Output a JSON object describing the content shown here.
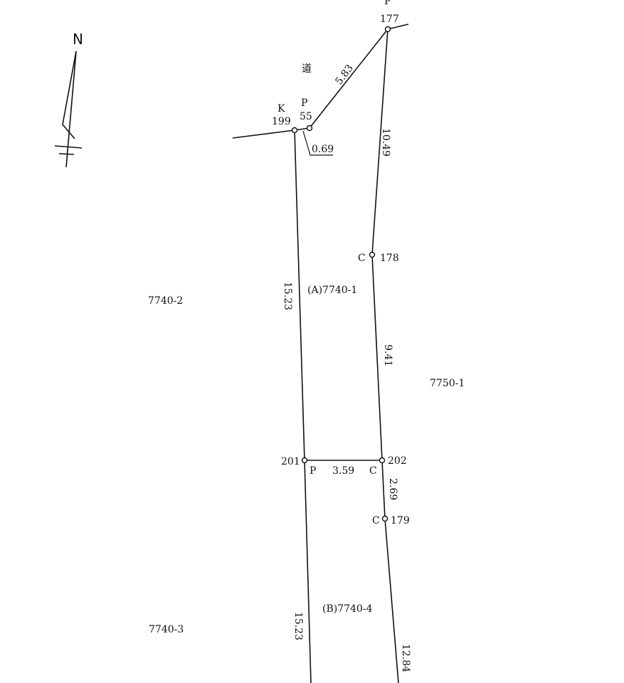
{
  "north_arrow": {
    "label": "N"
  },
  "road_label": "道",
  "points": {
    "p177": {
      "type": "P",
      "id": "177"
    },
    "p55": {
      "type": "P",
      "id": "55"
    },
    "p199": {
      "type": "K",
      "id": "199"
    },
    "p178": {
      "type": "C",
      "id": "178"
    },
    "p201": {
      "type": "P",
      "id": "201"
    },
    "p202": {
      "type": "C",
      "id": "202"
    },
    "p179": {
      "type": "C",
      "id": "179"
    }
  },
  "distances": {
    "d55_177": "5.83",
    "d177_178": "10.49",
    "offset": "0.69",
    "d199_201": "15.23",
    "d178_202": "9.41",
    "d201_202": "3.59",
    "d202_179": "2.69",
    "d201_bottom": "15.23",
    "d179_bottom": "12.84"
  },
  "parcels": {
    "a": "(A)7740-1",
    "b": "(B)7740-4",
    "west_top": "7740-2",
    "west_bottom": "7740-3",
    "east": "7750-1"
  }
}
